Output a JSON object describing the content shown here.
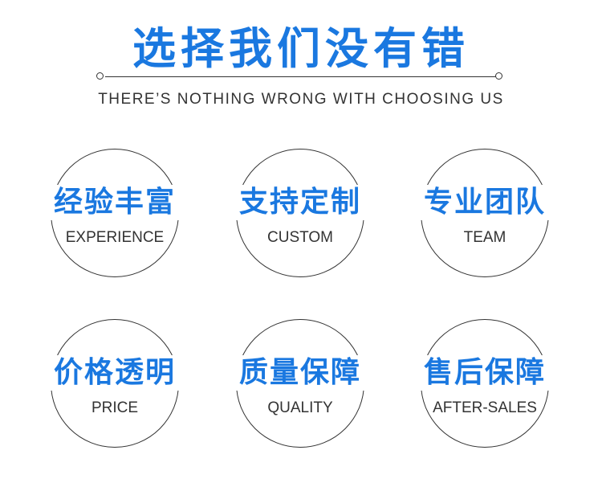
{
  "header": {
    "title": "选择我们没有错",
    "subtitle": "THERE’S NOTHING WRONG WITH CHOOSING US"
  },
  "features": [
    {
      "zh": "经验丰富",
      "en": "EXPERIENCE"
    },
    {
      "zh": "支持定制",
      "en": "CUSTOM"
    },
    {
      "zh": "专业团队",
      "en": "TEAM"
    },
    {
      "zh": "价格透明",
      "en": "PRICE"
    },
    {
      "zh": "质量保障",
      "en": "QUALITY"
    },
    {
      "zh": "售后保障",
      "en": "AFTER-SALES"
    }
  ],
  "colors": {
    "accent": "#1a78e0",
    "text": "#333333",
    "background": "#ffffff"
  }
}
